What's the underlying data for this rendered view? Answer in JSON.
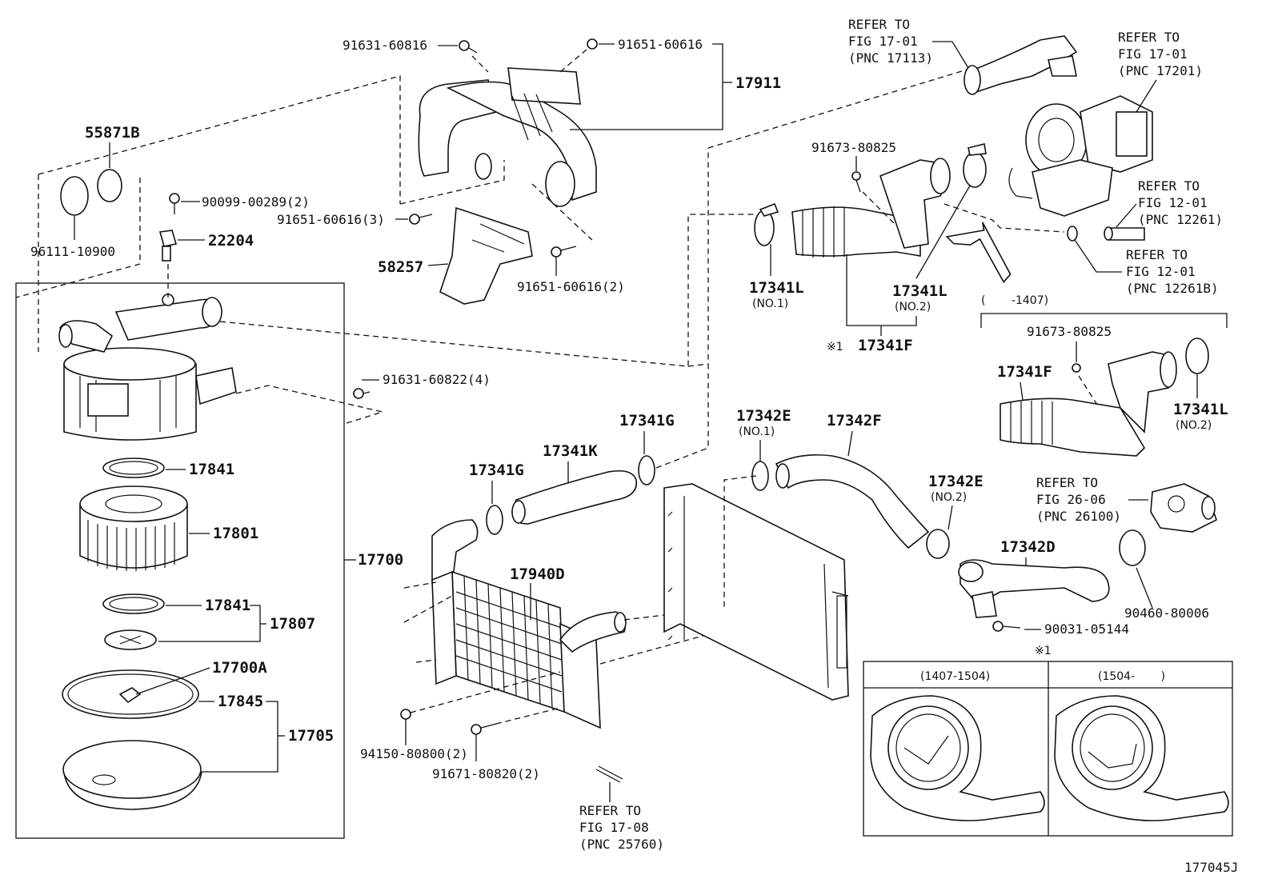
{
  "diagram_id": "177045J",
  "labels": {
    "p91631_60816": "91631-60816",
    "p91651_60616_top": "91651-60616",
    "p17911": "17911",
    "p55871B": "55871B",
    "p90099": "90099-00289(2)",
    "p91651_60616_3": "91651-60616(3)",
    "p22204": "22204",
    "p96111": "96111-10900",
    "p58257": "58257",
    "p91651_60616_2": "91651-60616(2)",
    "p91631_60822": "91631-60822(4)",
    "p17841a": "17841",
    "p17801": "17801",
    "p17700": "17700",
    "p17841b": "17841",
    "p17807": "17807",
    "p17700A": "17700A",
    "p17845": "17845",
    "p17705": "17705",
    "p91673_a": "91673-80825",
    "p17341L_1": "17341L",
    "p17341L_1_sub": "(NO.1)",
    "p17341L_2": "17341L",
    "p17341L_2_sub": "(NO.2)",
    "p17341F": "17341F",
    "p17341F_mark": "※1",
    "p17341G_a": "17341G",
    "p17341K": "17341K",
    "p17341G_b": "17341G",
    "p17342E_1": "17342E",
    "p17342E_1_sub": "(NO.1)",
    "p17342F": "17342F",
    "p17342E_2": "17342E",
    "p17342E_2_sub": "(NO.2)",
    "p17342D": "17342D",
    "p17940D": "17940D",
    "p94150": "94150-80800(2)",
    "p91671": "91671-80820(2)",
    "p90460": "90460-80006",
    "p90031": "90031-05144",
    "range_top": "(　　 -1407)",
    "p91673_b": "91673-80825",
    "p17341F_b": "17341F",
    "p17341L_3": "17341L",
    "p17341L_3_sub": "(NO.2)",
    "inset_mark": "※1",
    "inset_left": "(1407-1504)",
    "inset_right": "(1504-　　 )"
  },
  "refs": [
    {
      "line1": "REFER TO",
      "line2": "FIG 17-01",
      "line3": "(PNC 17113)"
    },
    {
      "line1": "REFER TO",
      "line2": "FIG 17-01",
      "line3": "(PNC 17201)"
    },
    {
      "line1": "REFER TO",
      "line2": "FIG 12-01",
      "line3": "(PNC 12261)"
    },
    {
      "line1": "REFER TO",
      "line2": "FIG 12-01",
      "line3": "(PNC 12261B)"
    },
    {
      "line1": "REFER TO",
      "line2": "FIG 26-06",
      "line3": "(PNC 26100)"
    },
    {
      "line1": "REFER TO",
      "line2": "FIG 17-08",
      "line3": "(PNC 25760)"
    }
  ]
}
